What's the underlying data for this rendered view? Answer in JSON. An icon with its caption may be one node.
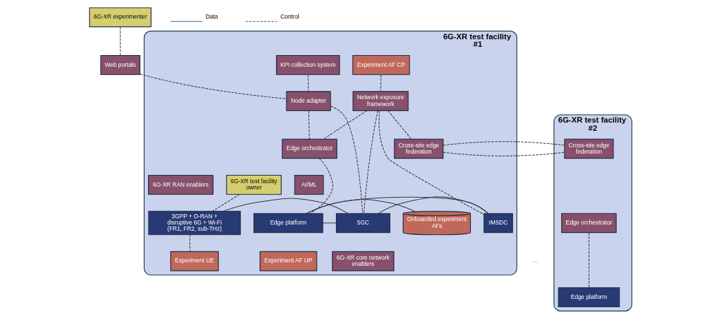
{
  "diagram": {
    "nodes": [
      {
        "text": [
          "6G-XR experimenter"
        ]
      },
      {
        "text": [
          "Web portals"
        ]
      },
      {
        "text": [
          "6G-XR test facility #1"
        ]
      },
      {
        "text": [
          "6G-XR test facility owner"
        ],
        "in": 2
      },
      {
        "text": [
          "Experiment AF CP"
        ],
        "in": 2
      },
      {
        "text": [
          "KPI collection system"
        ],
        "in": 2
      },
      {
        "text": [
          "Network exposure framework"
        ],
        "in": 2
      },
      {
        "text": [
          "Cross-site edge federation"
        ],
        "in": 2
      },
      {
        "text": [
          "Node adapter"
        ],
        "in": 2
      },
      {
        "text": [
          "Edge orchestrator"
        ],
        "in": 2
      },
      {
        "text": [
          "6G-XR RAN enablers"
        ],
        "in": 2
      },
      {
        "text": [
          "3GPP + O-RAN + disruptive 6G + Wi-Fi (FR1, FR2, sub-THz)"
        ],
        "in": 2
      },
      {
        "text": [
          "5GC"
        ],
        "in": 2
      },
      {
        "text": [
          "IMSDC"
        ],
        "in": 2
      },
      {
        "text": [
          "AI/ML"
        ],
        "in": 2
      },
      {
        "text": [
          "Edge platform"
        ],
        "in": 2
      },
      {
        "text": [
          "Onboarded experiment AFs"
        ],
        "in": 2
      },
      {
        "text": [
          "Experiment AF UP"
        ],
        "in": 2
      },
      {
        "text": [
          "Experiment UE"
        ],
        "in": 2
      },
      {
        "text": [
          "6G-XR core network enablers"
        ],
        "in": 2
      },
      {
        "text": [
          "6G-XR test facility #2"
        ]
      },
      {
        "text": [
          "Cross-site edge federation"
        ],
        "in": 20
      },
      {
        "text": [
          "Edge orchestrator"
        ],
        "in": 20
      },
      {
        "text": [
          "Edge platform"
        ],
        "in": 20
      }
    ],
    "edges": [
      {
        "from": 0,
        "to": 1,
        "arrow": "none",
        "style": "dashed"
      },
      {
        "from": 1,
        "to": 8,
        "arrow": "none",
        "style": "dashed"
      },
      {
        "from": 3,
        "to": 11,
        "arrow": "none",
        "style": "dashed"
      },
      {
        "from": 4,
        "to": 6,
        "arrow": "none",
        "style": "dashed"
      },
      {
        "from": 5,
        "to": 8,
        "arrow": "none",
        "style": "dashed"
      },
      {
        "from": 6,
        "to": 7,
        "arrow": "none",
        "style": "dashed"
      },
      {
        "from": 6,
        "to": 9,
        "arrow": "none",
        "style": "dashed"
      },
      {
        "from": 6,
        "to": 12,
        "arrow": "none",
        "style": "dashed"
      },
      {
        "from": 6,
        "to": 13,
        "arrow": "none",
        "style": "dashed"
      },
      {
        "from": 8,
        "to": 9,
        "arrow": "none",
        "style": "dashed"
      },
      {
        "from": 8,
        "to": 12,
        "arrow": "none",
        "style": "dashed"
      },
      {
        "from": 9,
        "to": 15,
        "arrow": "none",
        "style": "dashed"
      },
      {
        "from": 11,
        "to": 18,
        "arrow": "none",
        "style": "dashed"
      },
      {
        "from": 11,
        "to": 12,
        "arrow": "none"
      },
      {
        "from": 12,
        "to": 13,
        "arrow": "none"
      },
      {
        "from": 12,
        "to": 15,
        "arrow": "none"
      },
      {
        "from": 13,
        "to": 15,
        "arrow": "none"
      },
      {
        "from": 15,
        "to": 16,
        "arrow": "none"
      },
      {
        "from": 7,
        "to": 21,
        "arrow": "none",
        "style": "dashed"
      },
      {
        "from": 22,
        "to": 23,
        "arrow": "none",
        "style": "dashed"
      }
    ],
    "labels": [
      "..."
    ],
    "legend": [
      {
        "text": "Data"
      },
      {
        "text": "Control"
      }
    ]
  }
}
